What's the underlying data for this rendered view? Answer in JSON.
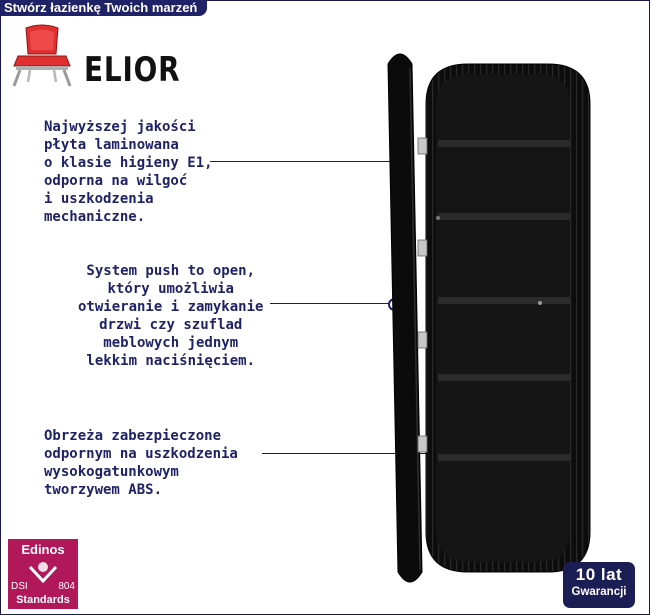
{
  "banner": {
    "text": "Stwórz łazienkę Twoich marzeń"
  },
  "brand": {
    "name": "ELIOR",
    "logo_icon": "red-chair-icon"
  },
  "features": [
    {
      "lines": [
        "Najwyższej jakości",
        "płyta laminowana",
        "o klasie higieny E1,",
        "odporna na wilgoć",
        "i uszkodzenia",
        "mechaniczne."
      ]
    },
    {
      "lines": [
        "System push to open,",
        "który umożliwia",
        "otwieranie i zamykanie",
        "drzwi czy szuflad",
        "meblowych jednym",
        "lekkim naciśnięciem."
      ]
    },
    {
      "lines": [
        "Obrzeża zabezpieczone",
        "odpornym na uszkodzenia",
        "wysokogatunkowym",
        "tworzywem ABS."
      ]
    }
  ],
  "badges": {
    "edinos": {
      "name": "Edinos",
      "standard_left": "DSI",
      "standard_number": "804",
      "label": "Standards"
    },
    "warranty": {
      "years": "10 lat",
      "label": "Gwarancji"
    }
  },
  "colors": {
    "navy": "#1f2266",
    "cabinet": "#0d0d0d",
    "chair_red": "#e03030",
    "edinos": "#b0185a"
  }
}
